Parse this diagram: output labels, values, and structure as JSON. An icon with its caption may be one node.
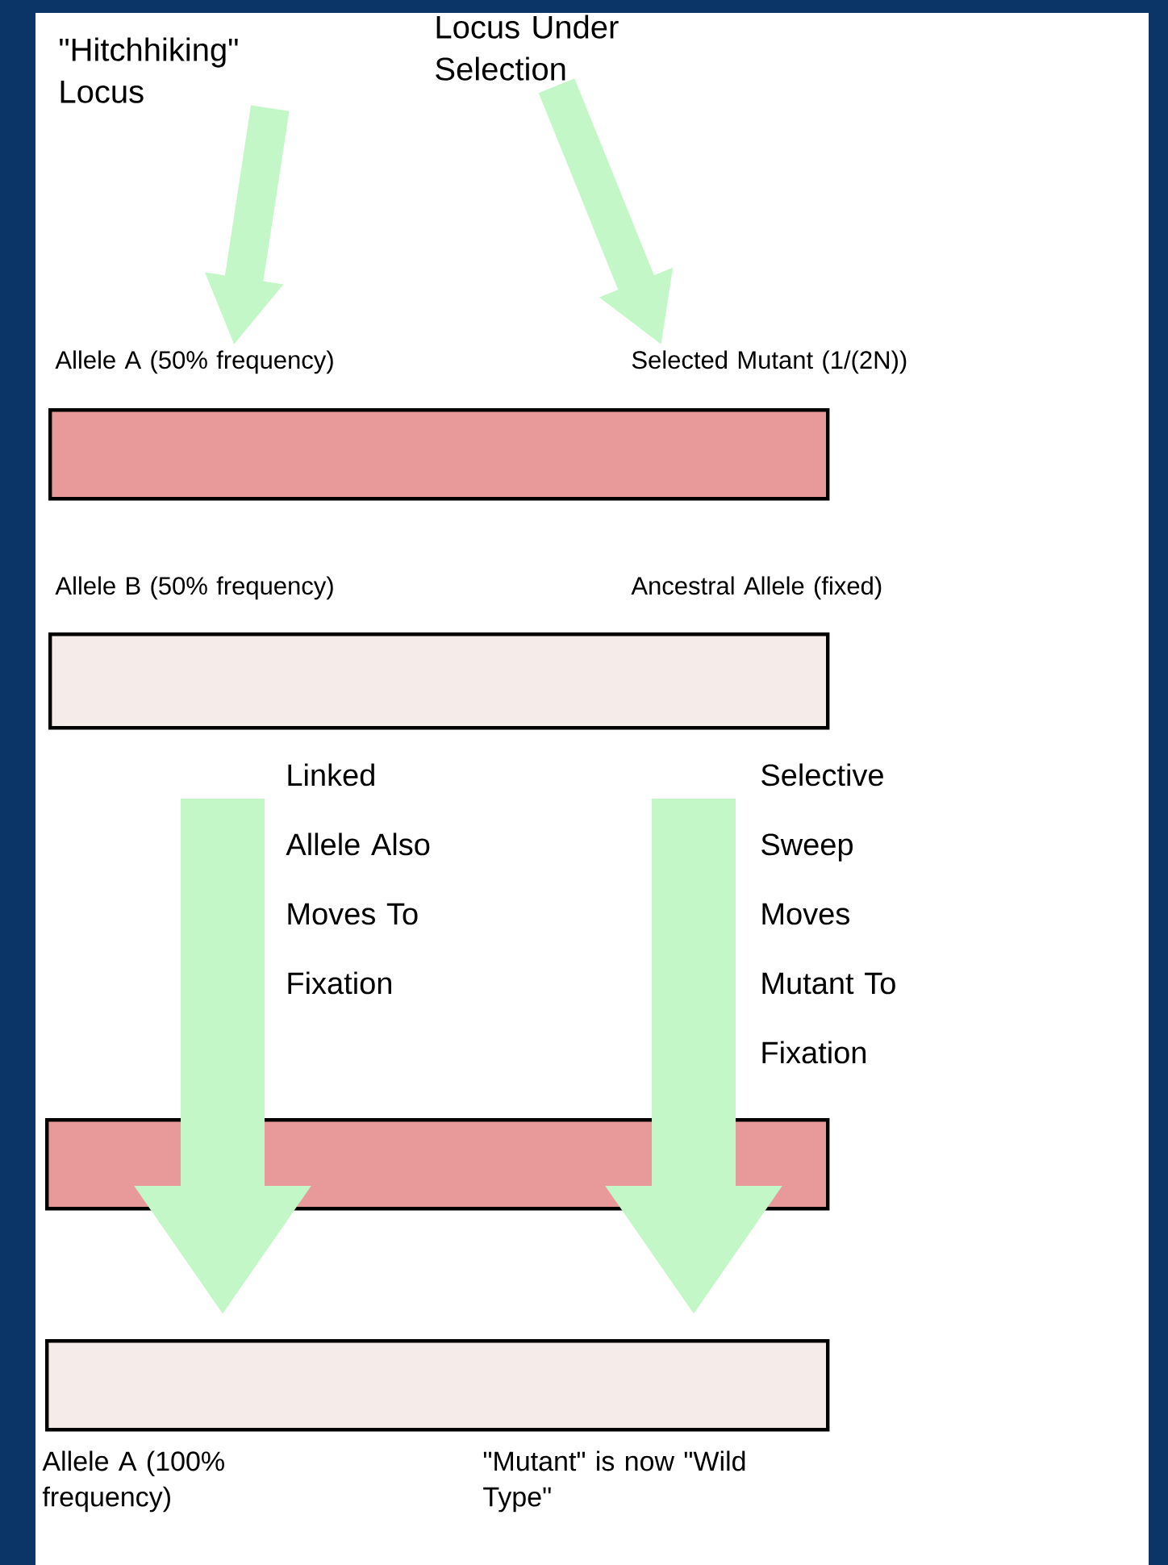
{
  "diagram": {
    "nodes": [
      {
        "text": [
          "\"Hitchhiking\" Locus"
        ]
      },
      {
        "text": [
          "Locus Under Selection"
        ]
      },
      {
        "text": [
          "Allele A (50% frequency)"
        ]
      },
      {
        "text": [
          "Selected Mutant (1/(2N))"
        ]
      },
      {
        "text": [],
        "shape": "bar"
      },
      {
        "text": [
          "Allele B (50% frequency)"
        ]
      },
      {
        "text": [
          "Ancestral Allele (fixed)"
        ]
      },
      {
        "text": [],
        "shape": "bar"
      },
      {
        "text": [],
        "shape": "bar"
      },
      {
        "text": [],
        "shape": "bar"
      },
      {
        "text": [
          "Allele A (100% frequency)"
        ]
      },
      {
        "text": [
          "\"Mutant\" is now \"Wild Type\""
        ]
      }
    ],
    "edges": [
      {
        "from": 0,
        "to": 2,
        "arrow": "to"
      },
      {
        "from": 1,
        "to": 3,
        "arrow": "to"
      },
      {
        "from": null,
        "to": 9,
        "arrow": "to",
        "label": "Linked Allele Also Moves To Fixation",
        "style": "thick"
      },
      {
        "from": null,
        "to": 9,
        "arrow": "to",
        "label": "Selective Sweep Moves Mutant To Fixation",
        "style": "thick"
      }
    ]
  }
}
